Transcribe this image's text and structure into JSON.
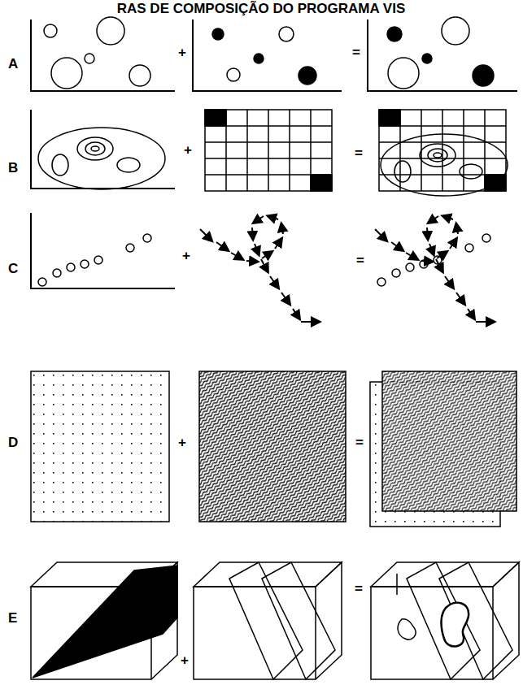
{
  "diagram": {
    "title": "RAS DE COMPOSIÇÃO DO PROGRAMA VIS",
    "labels": [
      "A",
      "+",
      "=",
      "B",
      "+",
      "=",
      "C",
      "+",
      "=",
      "D",
      "+",
      "=",
      "E",
      "+",
      "="
    ]
  }
}
